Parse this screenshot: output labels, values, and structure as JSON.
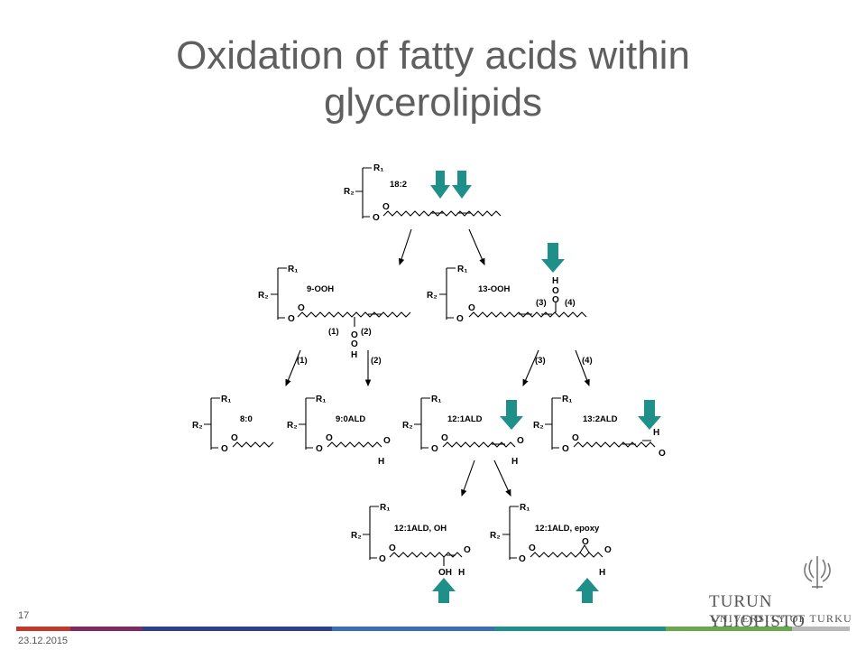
{
  "slide": {
    "title_line1": "Oxidation of fatty acids within",
    "title_line2": "glycerolipids",
    "page_number": "17",
    "date": "23.12.2015"
  },
  "scheme": {
    "molecules": {
      "m18_2": "18:2",
      "m9_ooh": "9-OOH",
      "m13_ooh": "13-OOH",
      "m8_0": "8:0",
      "m9_0ald": "9:0ALD",
      "m12_1ald": "12:1ALD",
      "m13_2ald": "13:2ALD",
      "m12_1ald_oh": "12:1ALD, OH",
      "m12_1ald_epoxy": "12:1ALD, epoxy"
    },
    "atoms": {
      "r1": "R₁",
      "r2": "R₂",
      "o": "O",
      "h": "H",
      "oh": "OH"
    },
    "cleavage_labels": {
      "c1": "(1)",
      "c2": "(2)",
      "c3": "(3)",
      "c4": "(4)"
    },
    "highlight_arrow_color": "#1f8f8a"
  },
  "logo": {
    "line1": "TURUN YLIOPISTO",
    "line2": "UNIVERSITY OF TURKU"
  },
  "footer_colors": [
    "#c0392b",
    "#7f2a5e",
    "#2c3e8f",
    "#3a6db5",
    "#1f8f8a",
    "#6aa84f",
    "#b9b9b9"
  ]
}
